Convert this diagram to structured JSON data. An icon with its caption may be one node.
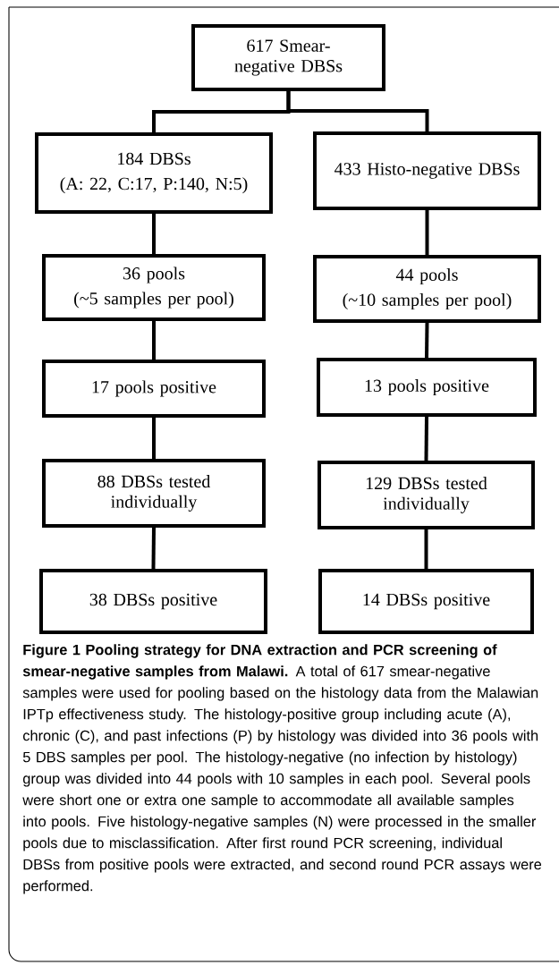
{
  "diagram": {
    "caption": "**Figure 1 Pooling strategy for DNA extraction and PCR screening of smear-negative samples from Malawi.** A total of 617 smear-negative samples were used for pooling based on the histology data from the Malawian IPTp effectiveness study. The histology-positive group including acute (A), chronic (C), and past infections (P) by histology was divided into 36 pools with 5 DBS samples per pool. The histology-negative (no infection by histology) group was divided into 44 pools with 10 samples in each pool. Several pools were short one or extra one sample to accommodate all available samples into pools. Five histology-negative samples (N) were processed in the smaller pools due to misclassification. After first round PCR screening, individual DBSs from positive pools were extracted, and second round PCR assays were performed.",
    "nodes": [
      {
        "text": [
          "617 Smear-negative DBSs"
        ]
      },
      {
        "text": [
          "184 DBSs",
          "(A: 22, C:17, P:140, N:5)"
        ]
      },
      {
        "text": [
          "433 Histo-negative DBSs"
        ]
      },
      {
        "text": [
          "36 pools",
          "(~5 samples per pool)"
        ]
      },
      {
        "text": [
          "44 pools",
          "(~10 samples per pool)"
        ]
      },
      {
        "text": [
          "17 pools positive"
        ]
      },
      {
        "text": [
          "13 pools positive"
        ]
      },
      {
        "text": [
          "88 DBSs tested individually"
        ]
      },
      {
        "text": [
          "129 DBSs tested individually"
        ]
      },
      {
        "text": [
          "38 DBSs positive"
        ]
      },
      {
        "text": [
          "14 DBSs positive"
        ]
      }
    ],
    "edges": [
      {
        "from": 0,
        "to": 1,
        "arrow": "none"
      },
      {
        "from": 0,
        "to": 2,
        "arrow": "none"
      },
      {
        "from": 1,
        "to": 3,
        "arrow": "none"
      },
      {
        "from": 2,
        "to": 4,
        "arrow": "none"
      },
      {
        "from": 3,
        "to": 5,
        "arrow": "none"
      },
      {
        "from": 4,
        "to": 6,
        "arrow": "none"
      },
      {
        "from": 5,
        "to": 7,
        "arrow": "none"
      },
      {
        "from": 6,
        "to": 8,
        "arrow": "none"
      },
      {
        "from": 7,
        "to": 9,
        "arrow": "none"
      },
      {
        "from": 8,
        "to": 10,
        "arrow": "none"
      }
    ]
  }
}
